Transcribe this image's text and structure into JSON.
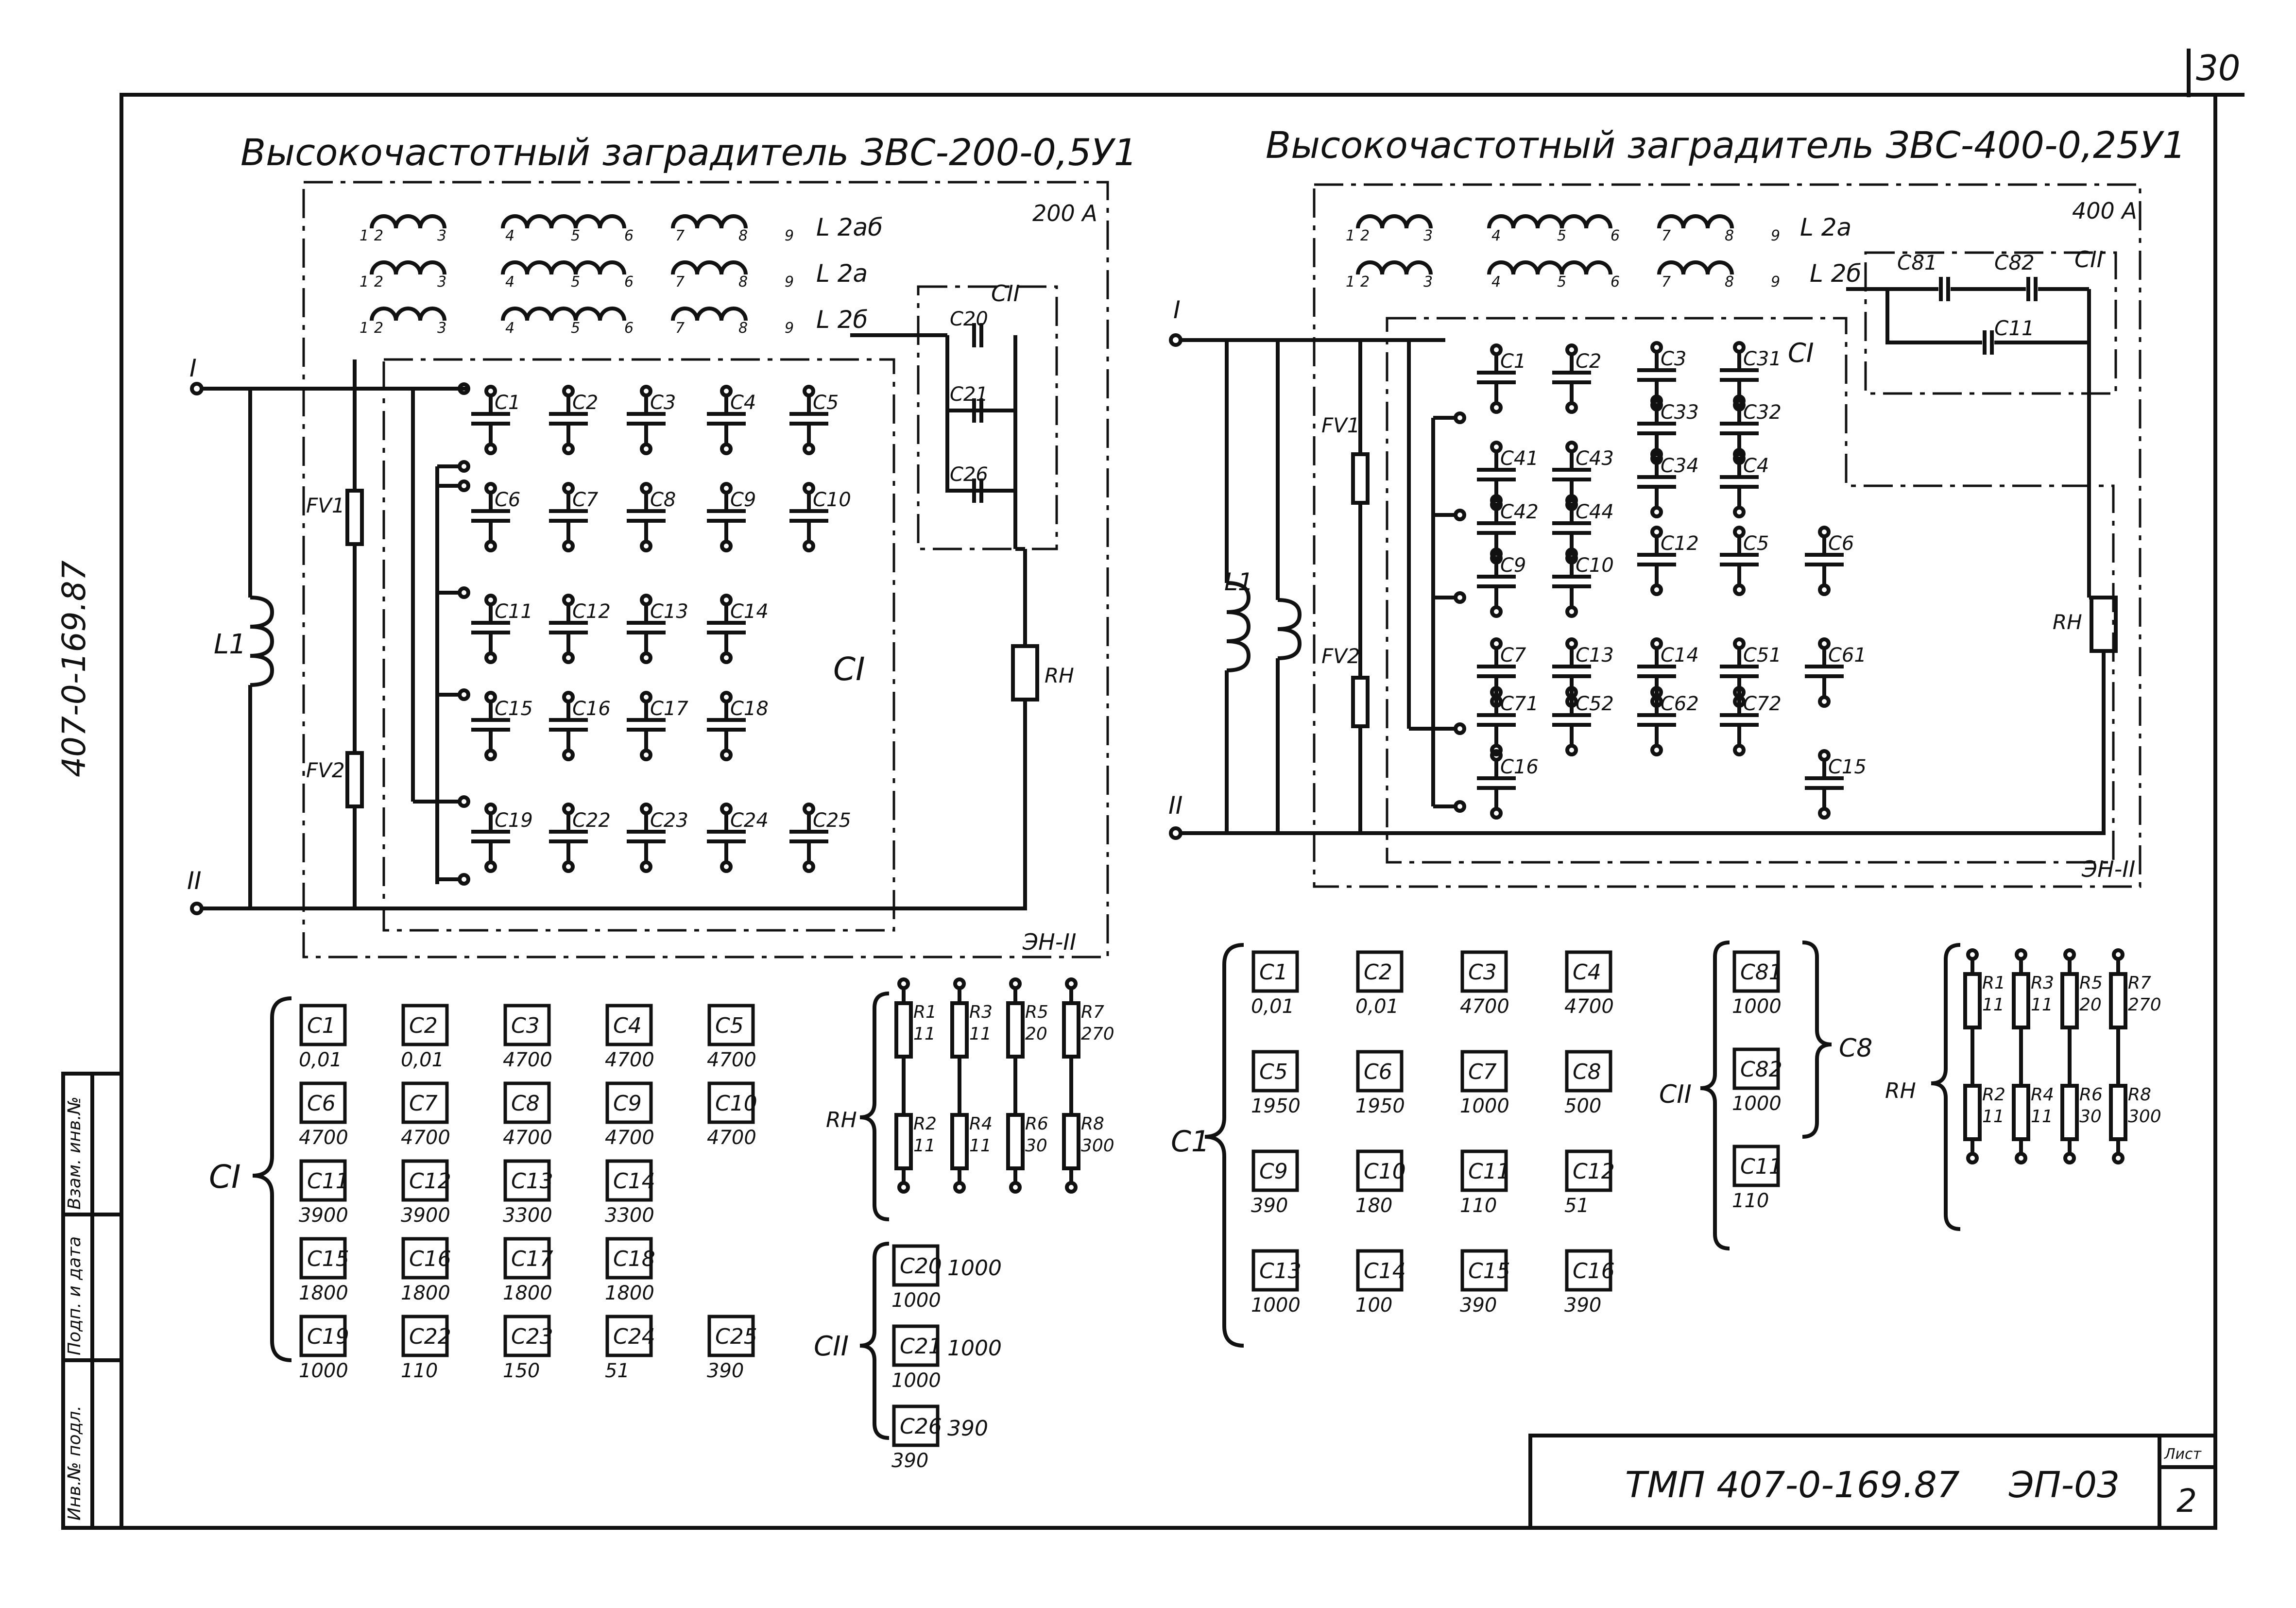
{
  "sheet": {
    "page_number": "30",
    "left_side_code": "407-0-169.87",
    "title_block": {
      "code": "ТМП 407-0-169.87",
      "doc": "ЭП-03",
      "sheet_label": "Лист",
      "sheet_no": "2"
    },
    "side_stamp": [
      "Инв.№ подл.",
      "Подп. и дата",
      "Взам. инв.№"
    ]
  },
  "left": {
    "title": "Высокочастотный заградитель ЗВС-200-0,5У1",
    "rating": "200 А",
    "windings": [
      {
        "name": "L 2аб",
        "labels": [
          "1",
          "2",
          "3",
          "4",
          "5",
          "6",
          "7",
          "8",
          "9"
        ]
      },
      {
        "name": "L 2а",
        "labels": [
          "1",
          "2",
          "3",
          "4",
          "5",
          "6",
          "7",
          "8",
          "9"
        ]
      },
      {
        "name": "L 2б",
        "labels": [
          "1",
          "2",
          "3",
          "4",
          "5",
          "6",
          "7",
          "8",
          "9"
        ]
      }
    ],
    "terminal_top": "I",
    "terminal_bottom": "II",
    "coil": "L1",
    "arresters": [
      "FV1",
      "FV2"
    ],
    "rn": "RН",
    "block_label": "ЭН-II",
    "group1_label": "CI",
    "group2_label": "CII",
    "group2_caps": [
      "C20",
      "C21",
      "C26"
    ],
    "caps_rows": [
      [
        "C1",
        "C2",
        "C3",
        "C4",
        "C5"
      ],
      [
        "C6",
        "C7",
        "C8",
        "C9",
        "C10"
      ],
      [
        "C11",
        "C12",
        "C13",
        "C14"
      ],
      [
        "C15",
        "C16",
        "C17",
        "C18"
      ],
      [
        "C19",
        "C22",
        "C23",
        "C24",
        "C25"
      ]
    ],
    "table_ci": [
      [
        {
          "n": "C1",
          "v": "0,01"
        },
        {
          "n": "C2",
          "v": "0,01"
        },
        {
          "n": "C3",
          "v": "4700"
        },
        {
          "n": "C4",
          "v": "4700"
        },
        {
          "n": "C5",
          "v": "4700"
        }
      ],
      [
        {
          "n": "C6",
          "v": "4700"
        },
        {
          "n": "C7",
          "v": "4700"
        },
        {
          "n": "C8",
          "v": "4700"
        },
        {
          "n": "C9",
          "v": "4700"
        },
        {
          "n": "C10",
          "v": "4700"
        }
      ],
      [
        {
          "n": "C11",
          "v": "3900"
        },
        {
          "n": "C12",
          "v": "3900"
        },
        {
          "n": "C13",
          "v": "3300"
        },
        {
          "n": "C14",
          "v": "3300"
        }
      ],
      [
        {
          "n": "C15",
          "v": "1800"
        },
        {
          "n": "C16",
          "v": "1800"
        },
        {
          "n": "C17",
          "v": "1800"
        },
        {
          "n": "C18",
          "v": "1800"
        }
      ],
      [
        {
          "n": "C19",
          "v": "1000"
        },
        {
          "n": "C22",
          "v": "110"
        },
        {
          "n": "C23",
          "v": "150"
        },
        {
          "n": "C24",
          "v": "51"
        },
        {
          "n": "C25",
          "v": "390"
        }
      ]
    ],
    "table_cii": [
      {
        "n": "C20",
        "v": "1000"
      },
      {
        "n": "C21",
        "v": "1000"
      },
      {
        "n": "C26",
        "v": "390"
      }
    ],
    "table_rn": [
      {
        "n": "R1",
        "v": "11"
      },
      {
        "n": "R3",
        "v": "11"
      },
      {
        "n": "R5",
        "v": "20"
      },
      {
        "n": "R7",
        "v": "270"
      },
      {
        "n": "R2",
        "v": "11"
      },
      {
        "n": "R4",
        "v": "11"
      },
      {
        "n": "R6",
        "v": "30"
      },
      {
        "n": "R8",
        "v": "300"
      }
    ]
  },
  "right": {
    "title": "Высокочастотный заградитель ЗВС-400-0,25У1",
    "rating": "400 А",
    "windings": [
      {
        "name": "L 2а",
        "labels": [
          "1",
          "2",
          "3",
          "4",
          "5",
          "6",
          "7",
          "8",
          "9"
        ]
      },
      {
        "name": "L 2б",
        "labels": [
          "1",
          "2",
          "3",
          "4",
          "5",
          "6",
          "7",
          "8",
          "9"
        ]
      }
    ],
    "terminal_top": "I",
    "terminal_bottom": "II",
    "coil": "L1",
    "arresters": [
      "FV1",
      "FV2"
    ],
    "rn": "RН",
    "block_label": "ЭН-II",
    "group1_label": "CI",
    "group2_label": "CII",
    "group2_caps": [
      "C81",
      "C82",
      "C11"
    ],
    "caps_labels": [
      "C1",
      "C2",
      "C3",
      "C31",
      "C33",
      "C32",
      "C34",
      "C4",
      "C41",
      "C43",
      "C42",
      "C44",
      "C9",
      "C10",
      "C12",
      "C5",
      "C6",
      "C7",
      "C13",
      "C14",
      "C51",
      "C61",
      "C71",
      "C52",
      "C62",
      "C72",
      "C15",
      "C16"
    ],
    "table_c1_label": "C1",
    "table_c1": [
      [
        {
          "n": "C1",
          "v": "0,01"
        },
        {
          "n": "C2",
          "v": "0,01"
        },
        {
          "n": "C3",
          "v": "4700"
        },
        {
          "n": "C4",
          "v": "4700"
        }
      ],
      [
        {
          "n": "C5",
          "v": "1950"
        },
        {
          "n": "C6",
          "v": "1950"
        },
        {
          "n": "C7",
          "v": "1000"
        },
        {
          "n": "C8",
          "v": "500"
        }
      ],
      [
        {
          "n": "C9",
          "v": "390"
        },
        {
          "n": "C10",
          "v": "180"
        },
        {
          "n": "C11",
          "v": "110"
        },
        {
          "n": "C12",
          "v": "51"
        }
      ],
      [
        {
          "n": "C13",
          "v": "1000"
        },
        {
          "n": "C14",
          "v": "100"
        },
        {
          "n": "C15",
          "v": "390"
        },
        {
          "n": "C16",
          "v": "390"
        }
      ]
    ],
    "table_cii_label": "CII",
    "table_c8_label": "C8",
    "table_cii": [
      {
        "n": "C81",
        "v": "1000"
      },
      {
        "n": "C82",
        "v": "1000"
      },
      {
        "n": "C11",
        "v": "110"
      }
    ],
    "table_rn_label": "RН",
    "table_rn": [
      {
        "n": "R1",
        "v": "11"
      },
      {
        "n": "R3",
        "v": "11"
      },
      {
        "n": "R5",
        "v": "20"
      },
      {
        "n": "R7",
        "v": "270"
      },
      {
        "n": "R2",
        "v": "11"
      },
      {
        "n": "R4",
        "v": "11"
      },
      {
        "n": "R6",
        "v": "30"
      },
      {
        "n": "R8",
        "v": "300"
      }
    ]
  }
}
